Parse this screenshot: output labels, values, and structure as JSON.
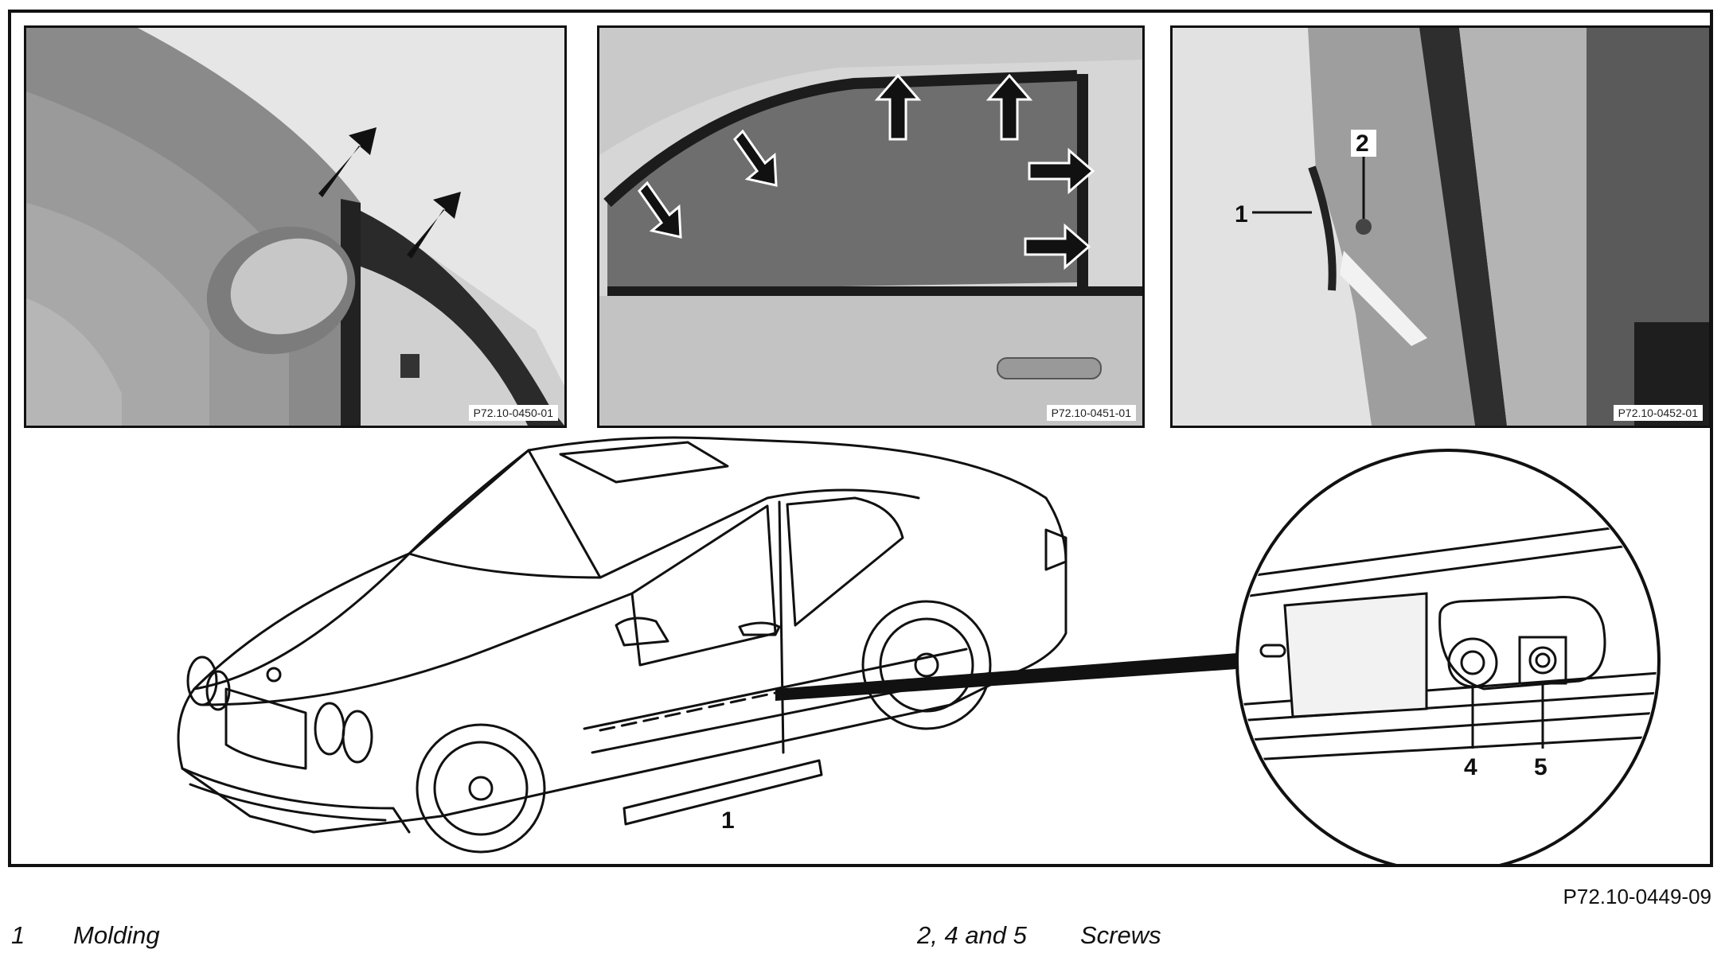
{
  "photos": [
    {
      "code": "P72.10-0450-01",
      "subject": "mirror-a-pillar"
    },
    {
      "code": "P72.10-0451-01",
      "subject": "door-window-frame"
    },
    {
      "code": "P72.10-0452-01",
      "subject": "b-pillar"
    }
  ],
  "callouts": {
    "b_pillar_molding": "1",
    "b_pillar_screw": "2",
    "rocker_molding": "1",
    "screw_4": "4",
    "screw_5": "5"
  },
  "figure_code": "P72.10-0449-09",
  "legend": [
    {
      "number": "1",
      "text": "Molding"
    },
    {
      "number": "2, 4 and 5",
      "text": "Screws"
    }
  ],
  "colors": {
    "frame": "#111111",
    "arrow": "#111111",
    "photo_bg": "#c9c9c9"
  }
}
